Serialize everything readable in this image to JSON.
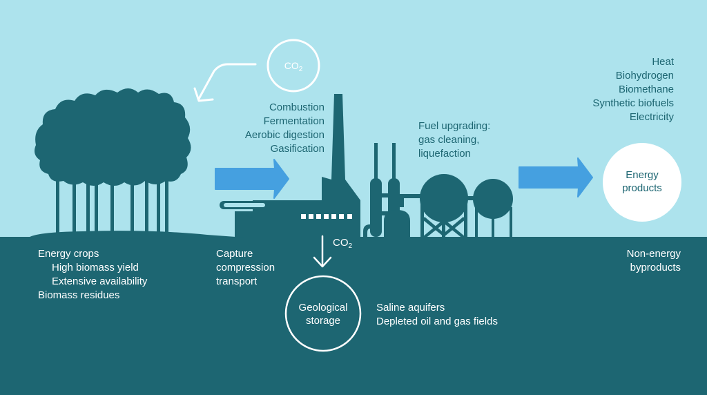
{
  "colors": {
    "sky": "#ade3ed",
    "ground": "#1d6672",
    "arrow_blue": "#45a0e0",
    "white": "#ffffff"
  },
  "atmosphere": {
    "co2_label": "CO",
    "co2_sub": "2"
  },
  "conversion": {
    "processes": [
      "Combustion",
      "Fermentation",
      "Aerobic digestion",
      "Gasification"
    ]
  },
  "upgrading": {
    "lines": [
      "Fuel upgrading:",
      "gas cleaning,",
      "liquefaction"
    ]
  },
  "outputs": {
    "products_list": [
      "Heat",
      "Biohydrogen",
      "Biomethane",
      "Synthetic biofuels",
      "Electricity"
    ],
    "circle_label": [
      "Energy",
      "products"
    ],
    "byproducts": [
      "Non-energy",
      "byproducts"
    ]
  },
  "biomass": {
    "heading": "Energy crops",
    "sub_items": [
      "High biomass yield",
      "Extensive availability"
    ],
    "residues": "Biomass residues"
  },
  "ccs": {
    "steps": [
      "Capture",
      "compression",
      "transport"
    ],
    "co2_label": "CO",
    "co2_sub": "2",
    "storage_label": [
      "Geological",
      "storage"
    ],
    "storage_types": [
      "Saline aquifers",
      "Depleted oil and gas fields"
    ]
  }
}
